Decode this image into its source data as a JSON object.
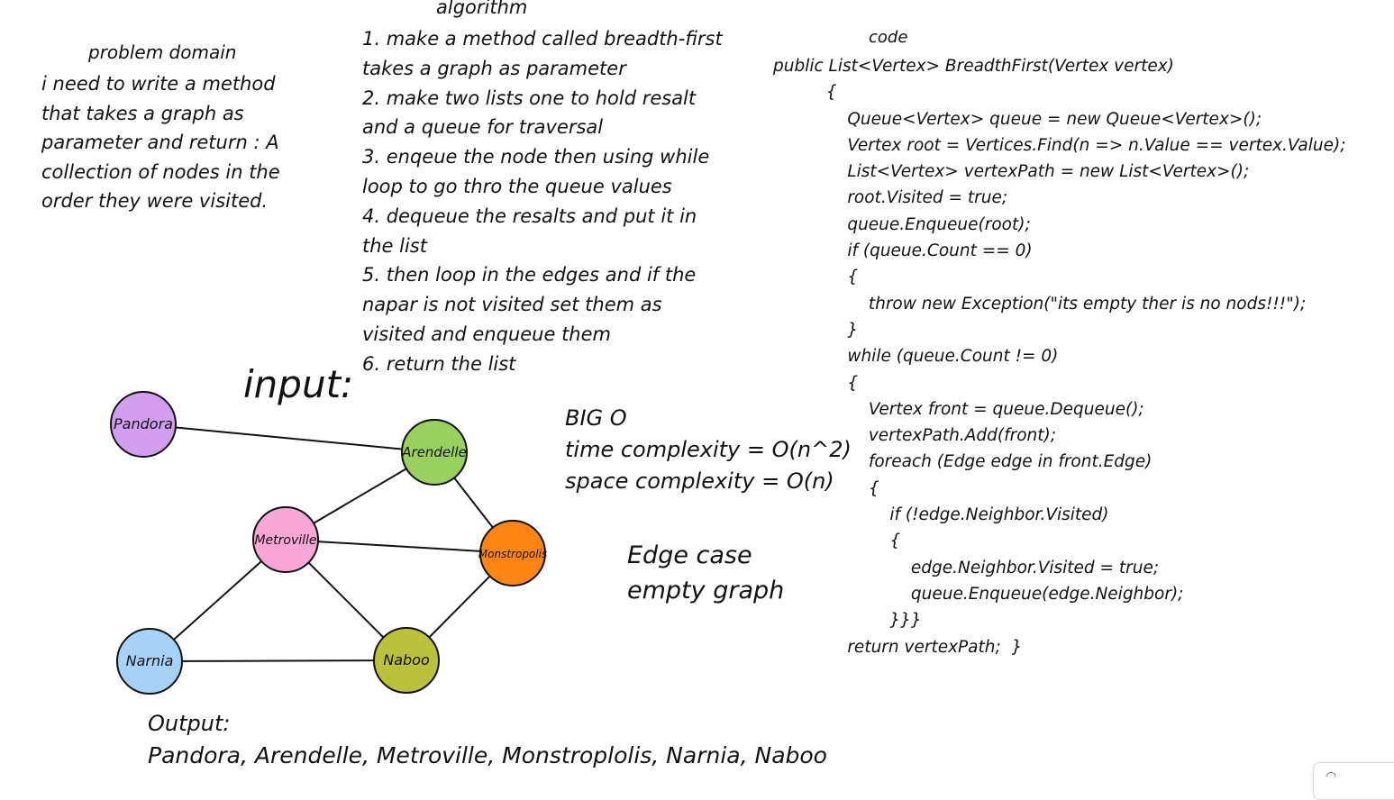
{
  "problem_domain": {
    "title": "problem domain",
    "lines": [
      "i need to write a method",
      "that takes a graph as",
      "parameter and return : A",
      "collection of nodes in the",
      "order they were visited."
    ]
  },
  "algorithm": {
    "title": "algorithm",
    "lines": [
      "1. make a method called breadth-first",
      "takes a graph as parameter",
      "2. make two lists one to hold resalt",
      "and a queue for traversal",
      "3. enqeue the node then using while",
      "loop to go thro the queue values",
      "4. dequeue the resalts and put it in",
      "the list",
      "5. then loop in the edges and if the",
      "napar is not visited set them as",
      "visited and enqueue them",
      "6. return the list"
    ]
  },
  "code": {
    "title": "code",
    "lines": [
      "public List<Vertex> BreadthFirst(Vertex vertex)",
      "          {",
      "              Queue<Vertex> queue = new Queue<Vertex>();",
      "              Vertex root = Vertices.Find(n => n.Value == vertex.Value);",
      "              List<Vertex> vertexPath = new List<Vertex>();",
      "              root.Visited = true;",
      "              queue.Enqueue(root);",
      "              if (queue.Count == 0)",
      "              {",
      "                  throw new Exception(\"its empty ther is no nods!!!\");",
      "              }",
      "              while (queue.Count != 0)",
      "              {",
      "                  Vertex front = queue.Dequeue();",
      "                  vertexPath.Add(front);",
      "                  foreach (Edge edge in front.Edge)",
      "                  {",
      "                      if (!edge.Neighbor.Visited)",
      "                      {",
      "                          edge.Neighbor.Visited = true;",
      "                          queue.Enqueue(edge.Neighbor);",
      "                      }}}",
      "              return vertexPath;  }"
    ]
  },
  "input_label": "input:",
  "big_o": {
    "title": "BIG O",
    "time": "time complexity = O(n^2)",
    "space": "space complexity = O(n)"
  },
  "edge_case": {
    "line1": "Edge case",
    "line2": "empty graph"
  },
  "output": {
    "label": "Output:",
    "value": "Pandora, Arendelle, Metroville, Monstroplolis, Narnia, Naboo"
  },
  "graph": {
    "nodes": [
      {
        "id": "pandora",
        "label": "Pandora",
        "color": "#d39ef0"
      },
      {
        "id": "arendelle",
        "label": "Arendelle",
        "color": "#99d05f"
      },
      {
        "id": "metroville",
        "label": "Metroville",
        "color": "#f8a7d6"
      },
      {
        "id": "monstropolis",
        "label": "Monstropolis",
        "color": "#ff8416"
      },
      {
        "id": "narnia",
        "label": "Narnia",
        "color": "#a6d2fa"
      },
      {
        "id": "naboo",
        "label": "Naboo",
        "color": "#bac13d"
      }
    ],
    "edges": [
      [
        "pandora",
        "arendelle"
      ],
      [
        "arendelle",
        "metroville"
      ],
      [
        "arendelle",
        "monstropolis"
      ],
      [
        "metroville",
        "monstropolis"
      ],
      [
        "metroville",
        "narnia"
      ],
      [
        "metroville",
        "naboo"
      ],
      [
        "monstropolis",
        "naboo"
      ],
      [
        "narnia",
        "naboo"
      ]
    ]
  }
}
